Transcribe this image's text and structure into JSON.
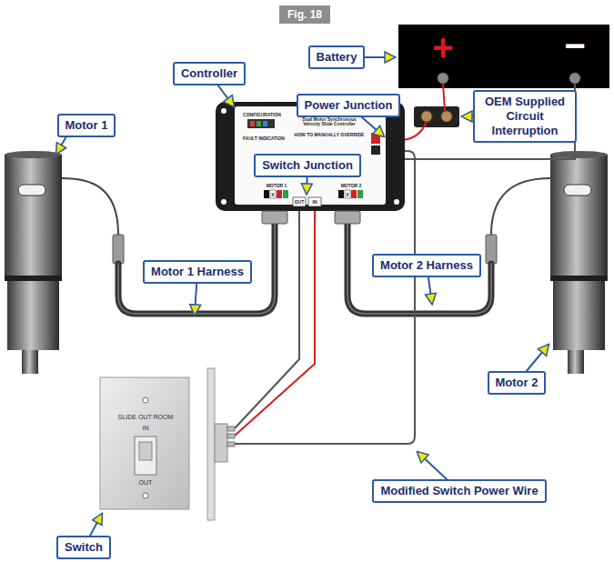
{
  "diagram": {
    "title": "Fig. 18",
    "nodes": [
      {
        "text": [
          "Controller"
        ]
      },
      {
        "text": [
          "Battery"
        ]
      },
      {
        "text": [
          "Motor 1"
        ]
      },
      {
        "text": [
          "Power Junction"
        ]
      },
      {
        "text": [
          "OEM Supplied Circuit Interruption"
        ]
      },
      {
        "text": [
          "Switch Junction"
        ]
      },
      {
        "text": [
          "Motor 1 Harness"
        ]
      },
      {
        "text": [
          "Motor 2 Harness"
        ]
      },
      {
        "text": [
          "Motor 2"
        ]
      },
      {
        "text": [
          "Modified Switch Power Wire"
        ]
      },
      {
        "text": [
          "Switch"
        ]
      }
    ],
    "labels": [
      "+",
      "−",
      "CONFIGURATION",
      "Dual Motor Synchronous Velocity Slide Controller",
      "HOW TO MANUALLY OVERRIDE",
      "FAULT INDICATION",
      "MOTOR 1",
      "X",
      "MOTOR 2",
      "X",
      "OUT",
      "IN",
      "SLIDE OUT ROOM",
      "IN",
      "OUT"
    ]
  }
}
